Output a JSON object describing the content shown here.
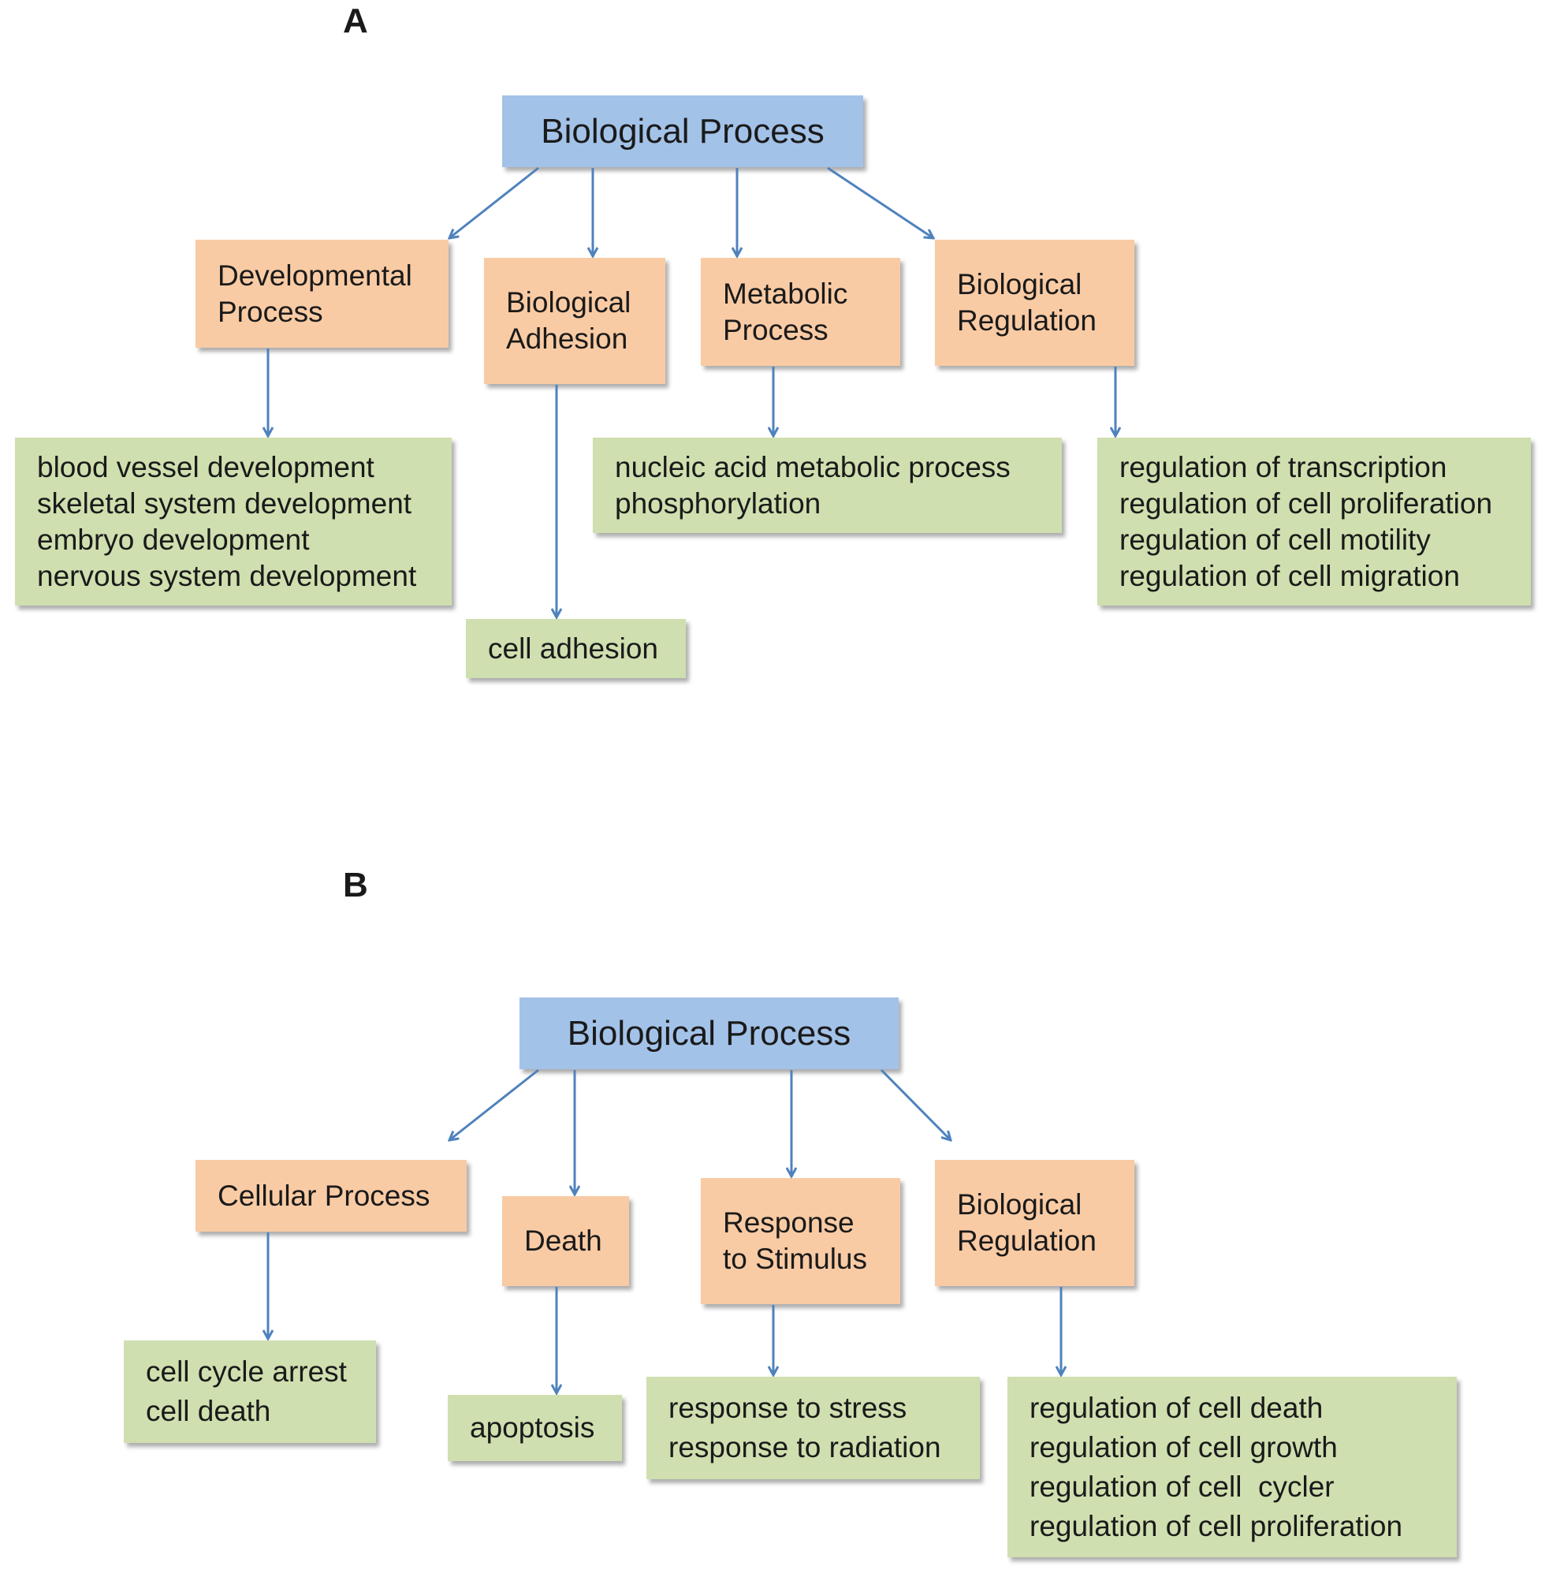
{
  "panels": [
    {
      "label": "A",
      "root": "Biological Process",
      "categories": [
        {
          "label": "Developmental\nProcess",
          "terms": [
            "blood vessel development",
            "skeletal system development",
            "embryo development",
            "nervous system development"
          ]
        },
        {
          "label": "Biological\nAdhesion",
          "terms": [
            "cell adhesion"
          ]
        },
        {
          "label": "Metabolic\nProcess",
          "terms": [
            "nucleic acid metabolic process",
            "phosphorylation"
          ]
        },
        {
          "label": "Biological\nRegulation",
          "terms": [
            "regulation of transcription",
            "regulation of cell proliferation",
            "regulation of cell motility",
            "regulation of cell migration"
          ]
        }
      ]
    },
    {
      "label": "B",
      "root": "Biological Process",
      "categories": [
        {
          "label": "Cellular Process",
          "terms": [
            "cell cycle arrest",
            "cell death"
          ]
        },
        {
          "label": "Death",
          "terms": [
            "apoptosis"
          ]
        },
        {
          "label": "Response\nto Stimulus",
          "terms": [
            "response to stress",
            "response to radiation"
          ]
        },
        {
          "label": "Biological\nRegulation",
          "terms": [
            "regulation of cell death",
            "regulation of cell growth",
            "regulation of cell  cycler",
            "regulation of cell proliferation"
          ]
        }
      ]
    }
  ],
  "colors": {
    "root": "#a3c2e8",
    "category": "#f9cba4",
    "term": "#cfdfaf",
    "arrow": "#4f82bd"
  }
}
